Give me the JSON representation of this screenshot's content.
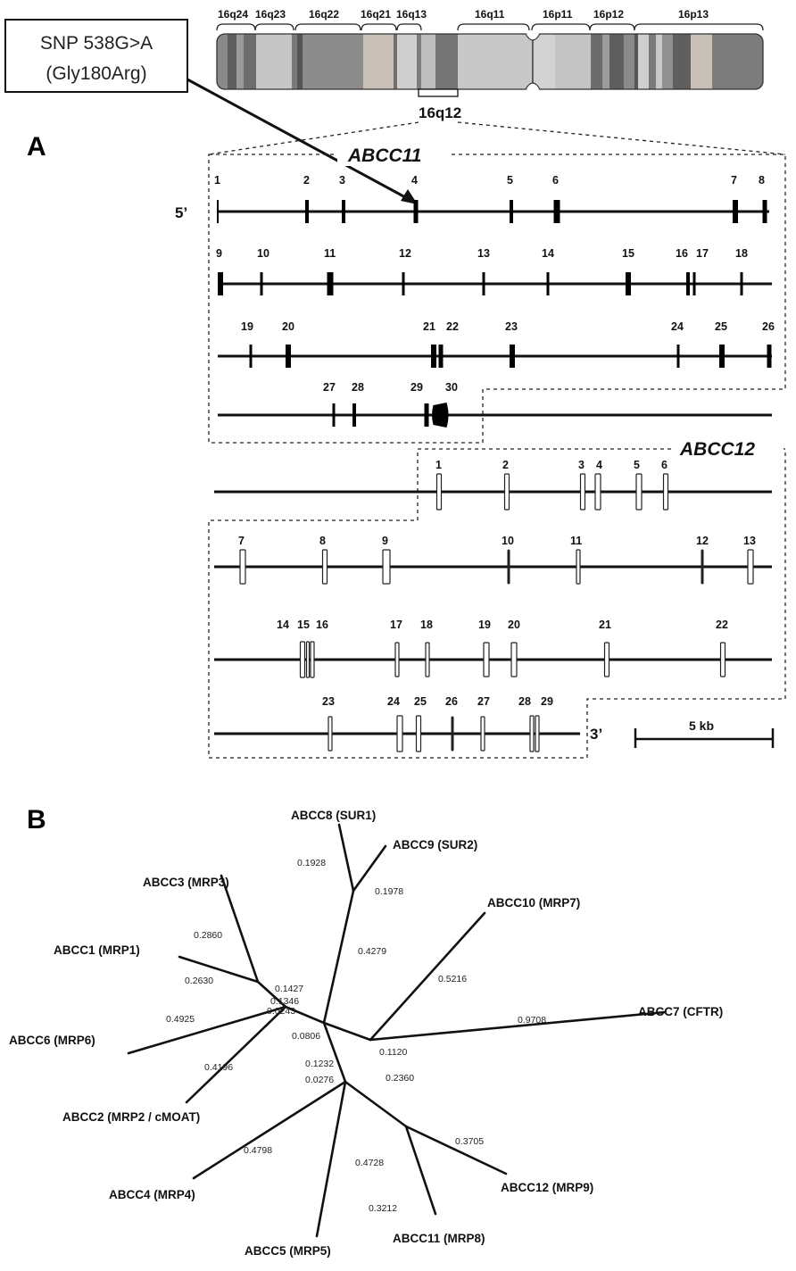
{
  "panel_a": {
    "label": "A",
    "chromosome": {
      "bands": [
        "16q24",
        "16q23",
        "16q22",
        "16q21",
        "16q13",
        "16q11",
        "16p11",
        "16p12",
        "16p13"
      ],
      "highlight_band": "16q12"
    },
    "snp_box": {
      "line1": "SNP 538G>A",
      "line2": "(Gly180Arg)"
    },
    "abcc11": {
      "title": "ABCC11",
      "five_prime": "5’",
      "rows": [
        [
          "1",
          "2",
          "3",
          "4",
          "5",
          "6",
          "7",
          "8"
        ],
        [
          "9",
          "10",
          "11",
          "12",
          "13",
          "14",
          "15",
          "16",
          "17",
          "18"
        ],
        [
          "19",
          "20",
          "21",
          "22",
          "23",
          "24",
          "25",
          "26"
        ],
        [
          "27",
          "28",
          "29",
          "30"
        ]
      ]
    },
    "abcc12": {
      "title": "ABCC12",
      "three_prime": "3’",
      "rows": [
        [
          "1",
          "2",
          "3",
          "4",
          "5",
          "6"
        ],
        [
          "7",
          "8",
          "9",
          "10",
          "11",
          "12",
          "13"
        ],
        [
          "14",
          "15",
          "16",
          "17",
          "18",
          "19",
          "20",
          "21",
          "22"
        ],
        [
          "23",
          "24",
          "25",
          "26",
          "27",
          "28",
          "29"
        ]
      ]
    },
    "scale_bar": {
      "label": "5 kb"
    }
  },
  "panel_b": {
    "label": "B",
    "leaves": [
      "ABCC8 (SUR1)",
      "ABCC9 (SUR2)",
      "ABCC10 (MRP7)",
      "ABCC3 (MRP3)",
      "ABCC1 (MRP1)",
      "ABCC7 (CFTR)",
      "ABCC6 (MRP6)",
      "ABCC2 (MRP2 / cMOAT)",
      "ABCC12 (MRP9)",
      "ABCC4 (MRP4)",
      "ABCC11 (MRP8)",
      "ABCC5 (MRP5)"
    ],
    "branch_lengths": [
      "0.1928",
      "0.1978",
      "0.4279",
      "0.5216",
      "0.2860",
      "0.2630",
      "0.1427",
      "0.1346",
      "0.0243",
      "0.4925",
      "0.0806",
      "0.1120",
      "0.9708",
      "0.4196",
      "0.1232",
      "0.0276",
      "0.2360",
      "0.3705",
      "0.4798",
      "0.4728",
      "0.3212"
    ]
  }
}
